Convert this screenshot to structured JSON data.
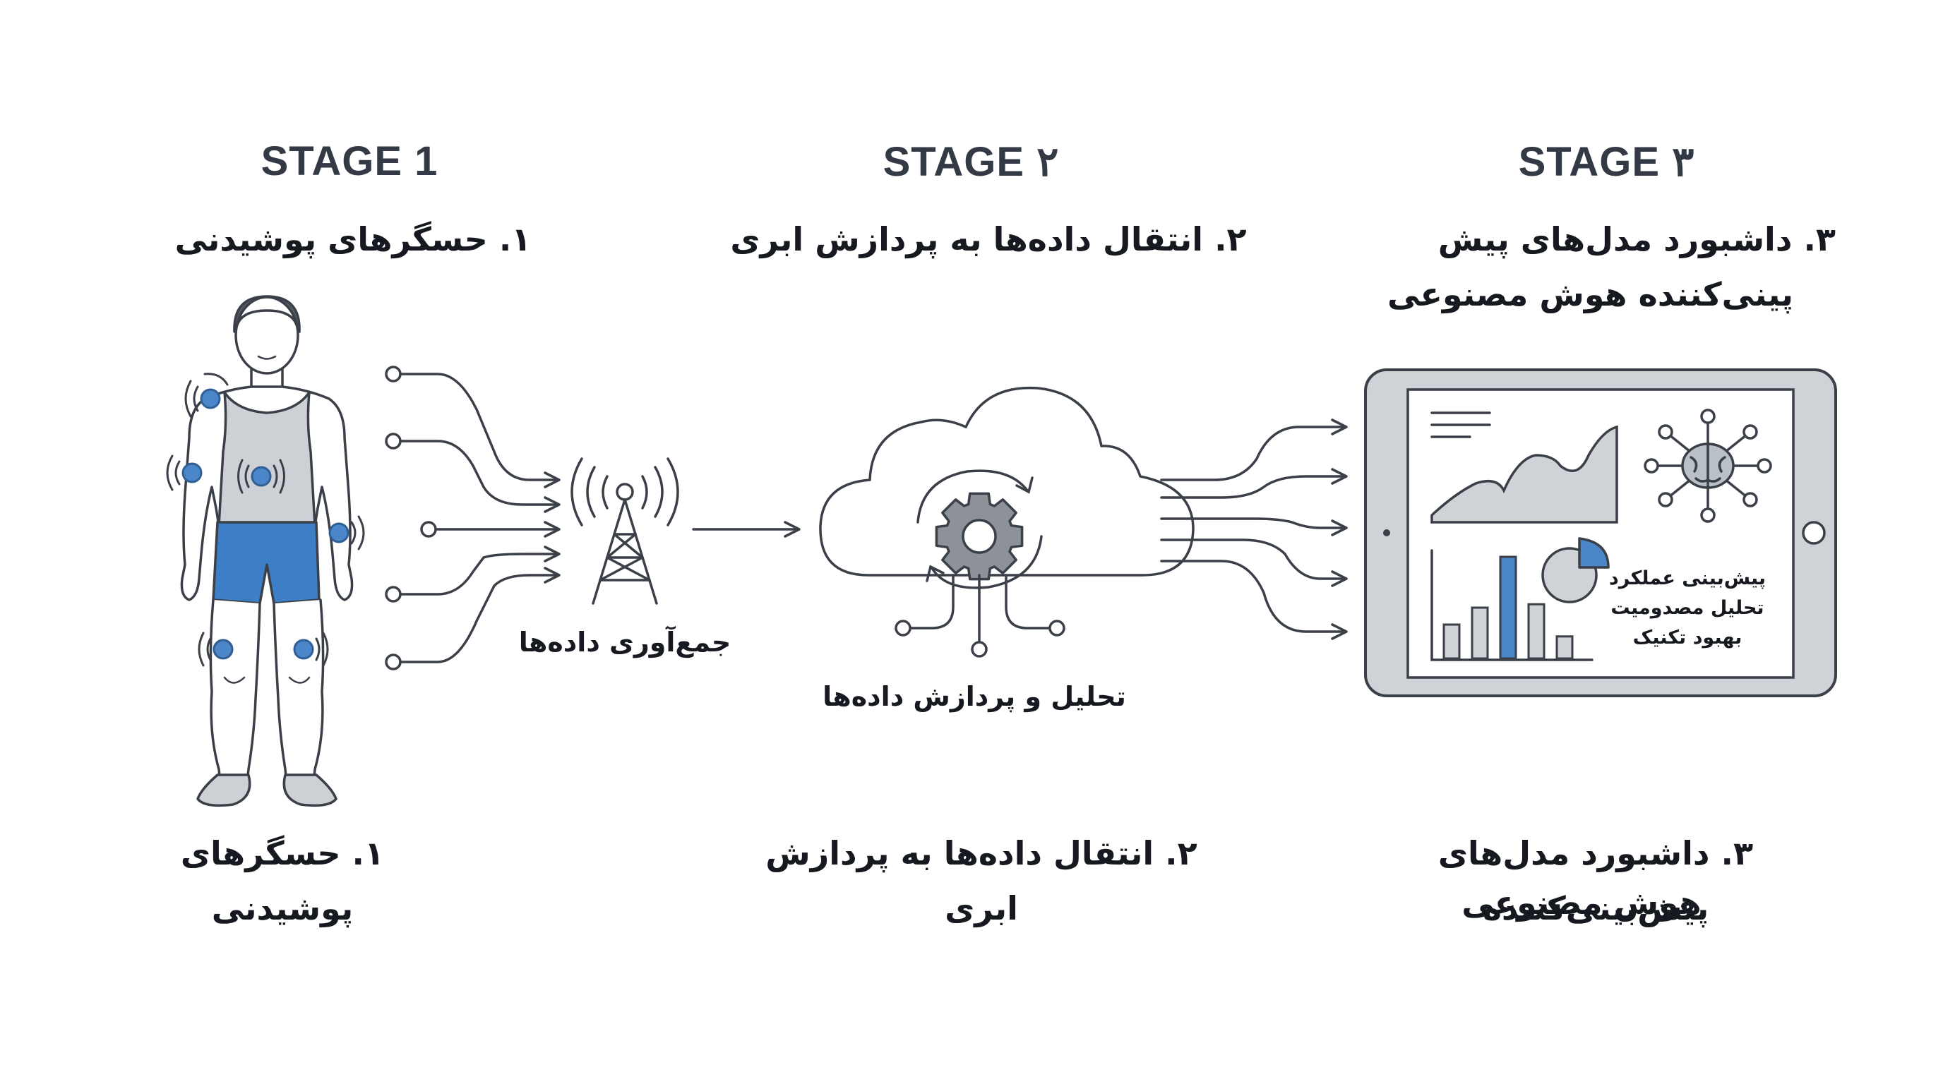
{
  "stages": [
    {
      "title": "STAGE 1",
      "header": "۱. حسگرهای پوشیدنی",
      "footer": "۱. حسگرهای پوشیدنی"
    },
    {
      "title": "STAGE ۲",
      "header": "۲. انتقال داده‌ها به پردازش ابری",
      "footer": "۲. انتقال داده‌ها به پردازش ابری"
    },
    {
      "title": "STAGE ۳",
      "header_line1": "۳. داشبورد مدل‌های پیش",
      "header_line2": "پینی‌کننده هوش مصنوعی",
      "footer_line1": "۳. داشبورد مدل‌های پیش‌بینی‌کننده",
      "footer_line2": "هوش مصنوعی"
    }
  ],
  "labels": {
    "data_collection": "جمع‌آوری داده‌ها",
    "analysis_processing": "تحلیل و پردازش داده‌ها"
  },
  "dashboard": {
    "lines": [
      "پیش‌بینی عملکرد",
      "تحلیل مصدومیت",
      "بهبود تکنیک"
    ],
    "bar_values": [
      2,
      3,
      6,
      3.2,
      1.3
    ],
    "highlight_bar_index": 2
  },
  "icons": [
    "human-figure-icon",
    "sensor-dot-icon",
    "antenna-tower-icon",
    "cloud-icon",
    "gear-icon",
    "tablet-icon",
    "brain-icon",
    "pie-chart-icon",
    "area-chart-icon",
    "bar-chart-icon"
  ],
  "colors": {
    "accent": "#4a86c8",
    "line": "#3a3f48",
    "fill_gray": "#cfd2d6",
    "shorts": "#3d7fc6"
  }
}
